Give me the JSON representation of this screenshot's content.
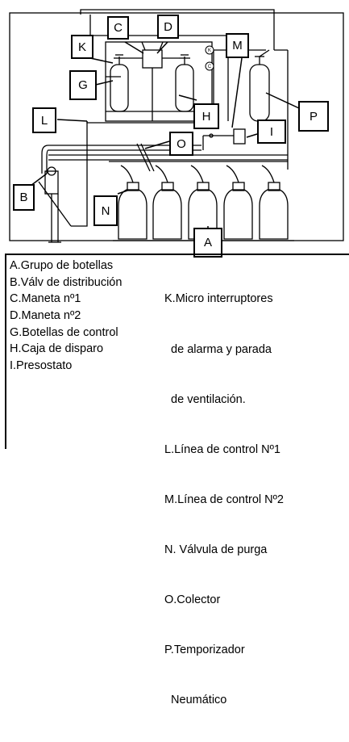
{
  "callouts": {
    "A": "A",
    "B": "B",
    "C": "C",
    "D": "D",
    "G": "G",
    "H": "H",
    "I": "I",
    "K": "K",
    "L": "L",
    "M": "M",
    "N": "N",
    "O": "O",
    "P": "P",
    "small_k": "K",
    "small_c": "C"
  },
  "legend": {
    "left": [
      "A.Grupo de botellas",
      "B.Válv de distribución",
      "C.Maneta nº1",
      "D.Maneta nº2",
      "G.Botellas de control",
      "H.Caja de disparo",
      "I.Presostato"
    ],
    "right": [
      "K.Micro interruptores",
      "  de alarma y parada",
      "  de ventilación.",
      "L.Línea de control Nº1",
      "M.Línea de control Nº2",
      "N. Válvula de purga",
      "O.Colector",
      "P.Temporizador",
      "  Neumático"
    ]
  },
  "colors": {
    "line": "#000000",
    "background": "#ffffff",
    "fill": "#f7f7f7"
  }
}
